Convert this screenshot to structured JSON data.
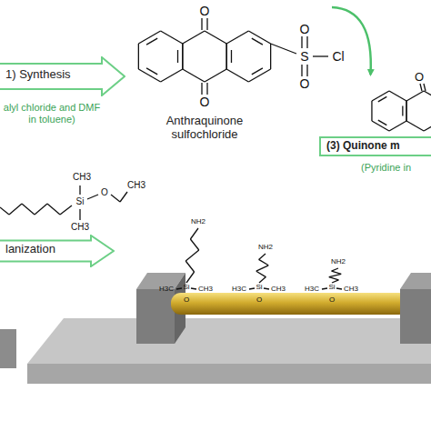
{
  "diagram": {
    "nodes": [
      {
        "text": [
          "1) Synthesis",
          "alyl chloride and DMF in toluene)"
        ]
      },
      {
        "text": [
          "Anthraquinone sulfochloride"
        ]
      },
      {
        "text": [
          "(3) Quinone m",
          "(Pyridine in"
        ]
      },
      {
        "text": [
          "lanization"
        ]
      }
    ],
    "edges": [
      {
        "from": 1,
        "to": 2,
        "arrow": "to"
      }
    ],
    "labels": [
      "O",
      "O",
      "S",
      "O",
      "O",
      "Cl",
      "O",
      "CH3",
      "Si",
      "O",
      "CH3",
      "CH3",
      "NH2",
      "H3C",
      "Si",
      "CH3",
      "O",
      "NH2",
      "H3C",
      "Si",
      "CH3",
      "O",
      "NH2",
      "H3C",
      "Si",
      "CH3",
      "O"
    ]
  }
}
